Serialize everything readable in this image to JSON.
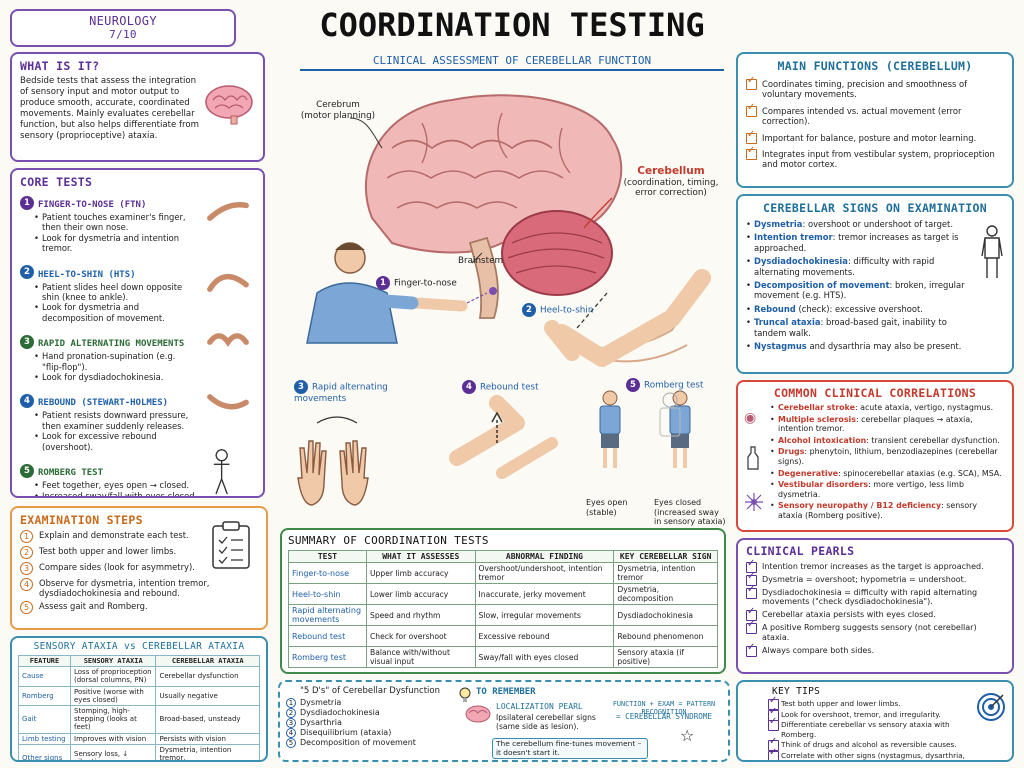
{
  "badge": {
    "line1": "NEUROLOGY",
    "line2": "7/10"
  },
  "title": "COORDINATION TESTING",
  "subtitle": "CLINICAL ASSESSMENT OF CEREBELLAR FUNCTION",
  "what": {
    "heading": "WHAT IS IT?",
    "text": "Bedside tests that assess the integration of sensory input and motor output to produce smooth, accurate, coordinated movements. Mainly evaluates cerebellar function, but also helps differentiate from sensory (proprioceptive) ataxia."
  },
  "core": {
    "heading": "CORE TESTS",
    "tests": [
      {
        "n": "1",
        "name": "FINGER-TO-NOSE (FTN)",
        "color": "#5b2f94",
        "bullets": [
          "Patient touches examiner's finger, then their own nose.",
          "Look for dysmetria and intention tremor."
        ]
      },
      {
        "n": "2",
        "name": "HEEL-TO-SHIN (HTS)",
        "color": "#1f5fa8",
        "bullets": [
          "Patient slides heel down opposite shin (knee to ankle).",
          "Look for dysmetria and decomposition of movement."
        ]
      },
      {
        "n": "3",
        "name": "RAPID ALTERNATING MOVEMENTS",
        "color": "#2b6b35",
        "bullets": [
          "Hand pronation-supination (e.g. \"flip-flop\").",
          "Look for dysdiadochokinesia."
        ]
      },
      {
        "n": "4",
        "name": "REBOUND (STEWART-HOLMES)",
        "color": "#1f5fa8",
        "bullets": [
          "Patient resists downward pressure, then examiner suddenly releases.",
          "Look for excessive rebound (overshoot)."
        ]
      },
      {
        "n": "5",
        "name": "ROMBERG TEST",
        "color": "#2b6b35",
        "bullets": [
          "Feet together, eyes open → closed.",
          "Increased sway/fall with eyes closed = sensory ataxia (not cerebellar)."
        ]
      }
    ]
  },
  "steps": {
    "heading": "EXAMINATION STEPS",
    "items": [
      "Explain and demonstrate each test.",
      "Test both upper and lower limbs.",
      "Compare sides (look for asymmetry).",
      "Observe for dysmetria, intention tremor, dysdiadochokinesia and rebound.",
      "Assess gait and Romberg."
    ]
  },
  "sensory": {
    "heading": "SENSORY ATAXIA vs CEREBELLAR ATAXIA",
    "cols": [
      "FEATURE",
      "SENSORY ATAXIA",
      "CEREBELLAR ATAXIA"
    ],
    "rows": [
      [
        "Cause",
        "Loss of proprioception (dorsal columns, PN)",
        "Cerebellar dysfunction"
      ],
      [
        "Romberg",
        "Positive (worse with eyes closed)",
        "Usually negative"
      ],
      [
        "Gait",
        "Stomping, high-stepping (looks at feet)",
        "Broad-based, unsteady"
      ],
      [
        "Limb testing",
        "Improves with vision",
        "Persists with vision"
      ],
      [
        "Other signs",
        "Sensory loss, ↓ vibration",
        "Dysmetria, intention tremor, dysdiadochokinesia"
      ]
    ]
  },
  "diagram": {
    "cerebrum": "Cerebrum",
    "cerebrum_sub": "(motor planning)",
    "cerebellum": "Cerebellum",
    "cerebellum_sub": "(coordination, timing, error correction)",
    "brainstem": "Brainstem",
    "ftn": "Finger-to-nose",
    "hts": "Heel-to-shin",
    "ram": "Rapid alternating movements",
    "rebound": "Rebound test",
    "romberg": "Romberg test",
    "eyes_open": "Eyes open (stable)",
    "eyes_closed": "Eyes closed (increased sway in sensory ataxia)"
  },
  "summary": {
    "heading": "SUMMARY OF COORDINATION TESTS",
    "cols": [
      "TEST",
      "WHAT IT ASSESSES",
      "ABNORMAL FINDING",
      "KEY CEREBELLAR SIGN"
    ],
    "rows": [
      [
        "Finger-to-nose",
        "Upper limb accuracy",
        "Overshoot/undershoot, intention tremor",
        "Dysmetria, intention tremor"
      ],
      [
        "Heel-to-shin",
        "Lower limb accuracy",
        "Inaccurate, jerky movement",
        "Dysmetria, decomposition"
      ],
      [
        "Rapid alternating movements",
        "Speed and rhythm",
        "Slow, irregular movements",
        "Dysdiadochokinesia"
      ],
      [
        "Rebound test",
        "Check for overshoot",
        "Excessive rebound",
        "Rebound phenomenon"
      ],
      [
        "Romberg test",
        "Balance with/without visual input",
        "Sway/fall with eyes closed",
        "Sensory ataxia (if positive)"
      ]
    ]
  },
  "ds": {
    "heading": "\"5 D's\" of Cerebellar Dysfunction",
    "items": [
      "Dysmetria",
      "Dysdiadochokinesia",
      "Dysarthria",
      "Disequilibrium (ataxia)",
      "Decomposition of movement"
    ]
  },
  "remember": {
    "heading": "TO REMEMBER",
    "pearl_title": "LOCALIZATION PEARL",
    "pearl_text": "Ipsilateral cerebellar signs (same side as lesion).",
    "formula1": "FUNCTION + EXAM = PATTERN RECOGNITION",
    "formula2": "= CEREBELLAR SYNDROME",
    "note": "The cerebellum fine-tunes movement – it doesn't start it."
  },
  "functions": {
    "heading": "MAIN FUNCTIONS (CEREBELLUM)",
    "items": [
      "Coordinates timing, precision and smoothness of voluntary movements.",
      "Compares intended vs. actual movement (error correction).",
      "Important for balance, posture and motor learning.",
      "Integrates input from vestibular system, proprioception and motor cortex."
    ]
  },
  "signs": {
    "heading": "CEREBELLAR SIGNS ON EXAMINATION",
    "items": [
      {
        "term": "Dysmetria",
        "text": ": overshoot or undershoot of target."
      },
      {
        "term": "Intention tremor",
        "text": ": tremor increases as target is approached."
      },
      {
        "term": "Dysdiadochokinesia",
        "text": ": difficulty with rapid alternating movements."
      },
      {
        "term": "Decomposition of movement",
        "text": ": broken, irregular movement (e.g. HTS)."
      },
      {
        "term": "Rebound",
        "text": " (check): excessive overshoot."
      },
      {
        "term": "Truncal ataxia",
        "text": ": broad-based gait, inability to tandem walk."
      },
      {
        "term": "Nystagmus",
        "text": " and dysarthria may also be present."
      }
    ]
  },
  "correlations": {
    "heading": "COMMON CLINICAL CORRELATIONS",
    "items": [
      {
        "term": "Cerebellar stroke",
        "text": ": acute ataxia, vertigo, nystagmus."
      },
      {
        "term": "Multiple sclerosis",
        "text": ": cerebellar plaques → ataxia, intention tremor."
      },
      {
        "term": "Alcohol intoxication",
        "text": ": transient cerebellar dysfunction."
      },
      {
        "term": "Drugs",
        "text": ": phenytoin, lithium, benzodiazepines (cerebellar signs)."
      },
      {
        "term": "Degenerative",
        "text": ": spinocerebellar ataxias (e.g. SCA), MSA."
      },
      {
        "term": "Vestibular disorders",
        "text": ": more vertigo, less limb dysmetria."
      },
      {
        "term": "Sensory neuropathy / B12 deficiency",
        "text": ": sensory ataxia (Romberg positive)."
      }
    ]
  },
  "pearls": {
    "heading": "CLINICAL PEARLS",
    "items": [
      "Intention tremor increases as the target is approached.",
      "Dysmetria = overshoot; hypometria = undershoot.",
      "Dysdiadochokinesia = difficulty with rapid alternating movements (\"check dysdiadochokinesia\").",
      "Cerebellar ataxia persists with eyes closed.",
      "A positive Romberg suggests sensory (not cerebellar) ataxia.",
      "Always compare both sides."
    ]
  },
  "tips": {
    "heading": "KEY TIPS",
    "items": [
      "Test both upper and lower limbs.",
      "Look for overshoot, tremor, and irregularity.",
      "Differentiate cerebellar vs sensory ataxia with Romberg.",
      "Think of drugs and alcohol as reversible causes.",
      "Correlate with other signs (nystagmus, dysarthria, gait)."
    ]
  }
}
